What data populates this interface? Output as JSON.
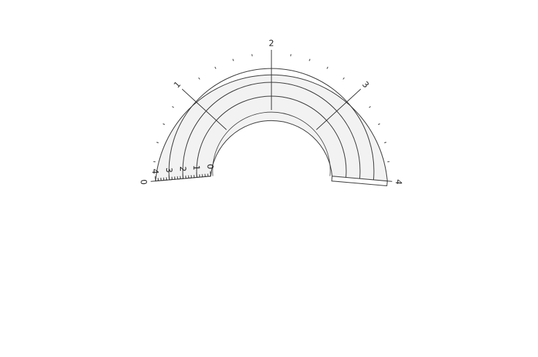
{
  "chart_data": {
    "type": "polar-grid",
    "angular_axis": {
      "range": [
        0,
        4
      ],
      "tick_labels": [
        "0",
        "1",
        "2",
        "3",
        "4"
      ],
      "minor_ticks_per_major": 5
    },
    "radial_axis": {
      "range": [
        0,
        4
      ],
      "tick_labels": [
        "0",
        "1",
        "2",
        "3",
        "4"
      ],
      "minor_ticks_per_major": 5
    },
    "grid": true,
    "colors": {
      "background": "#f2f2f2",
      "line": "#333333",
      "text": "#222222"
    }
  }
}
